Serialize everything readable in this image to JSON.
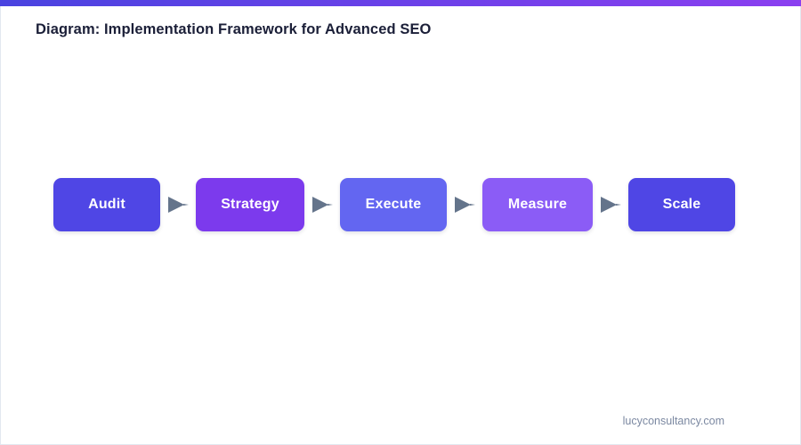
{
  "document": {
    "title": "Diagram: Implementation Framework for Advanced SEO",
    "footer": "lucyconsultancy.com"
  },
  "theme": {
    "accent_gradient_start": "#4a43e0",
    "accent_gradient_end": "#8b3ff0",
    "title_color": "#1b1f38",
    "footer_color": "#7b88a1",
    "border_color": "#e2e8f0",
    "arrow_color": "#64748b",
    "node_text_color": "#ffffff",
    "background": "#ffffff"
  },
  "chart_data": {
    "type": "diagram",
    "subtype": "linear-process-flow",
    "title": "Diagram: Implementation Framework for Advanced SEO",
    "direction": "left-to-right",
    "node_count": 5,
    "connector_count": 4,
    "connector_icon": "arrow-right-triangle",
    "nodes": [
      {
        "step": 1,
        "label": "Audit",
        "color": "#4f46e5",
        "width": 120
      },
      {
        "step": 2,
        "label": "Strategy",
        "color": "#7c3aed",
        "width": 122
      },
      {
        "step": 3,
        "label": "Execute",
        "color": "#6366f1",
        "width": 120
      },
      {
        "step": 4,
        "label": "Measure",
        "color": "#8b5cf6",
        "width": 124
      },
      {
        "step": 5,
        "label": "Scale",
        "color": "#4f46e5",
        "width": 120
      }
    ],
    "edges": [
      {
        "from": "Audit",
        "to": "Strategy"
      },
      {
        "from": "Strategy",
        "to": "Execute"
      },
      {
        "from": "Execute",
        "to": "Measure"
      },
      {
        "from": "Measure",
        "to": "Scale"
      }
    ]
  }
}
